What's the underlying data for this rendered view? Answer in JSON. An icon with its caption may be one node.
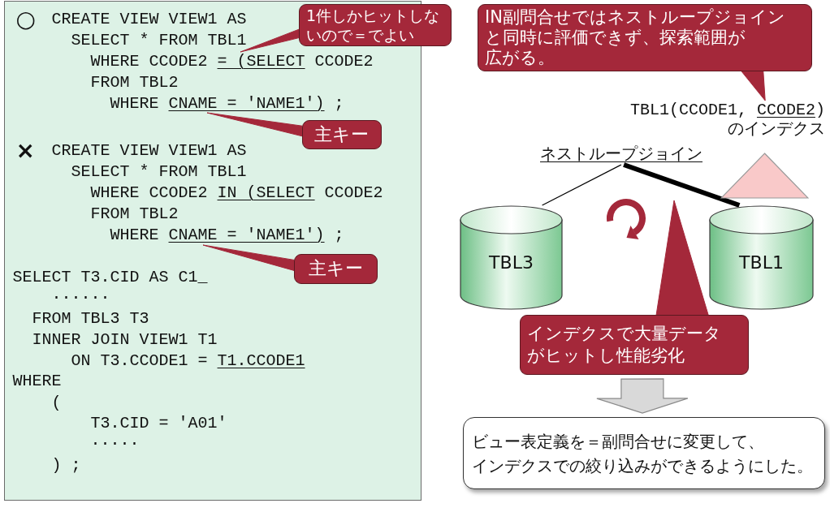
{
  "diagram": {
    "nodes": [
      {
        "text": [
          "○",
          "CREATE VIEW VIEW1 AS",
          "SELECT * FROM TBL1",
          "WHERE CCODE2 = (SELECT CCODE2",
          "FROM TBL2",
          "WHERE CNAME = 'NAME1') ;",
          "×",
          "CREATE VIEW VIEW1 AS",
          "SELECT * FROM TBL1",
          "WHERE CCODE2 IN (SELECT CCODE2",
          "FROM TBL2",
          "WHERE CNAME = 'NAME1') ;",
          "SELECT T3.CID AS C1_",
          "······",
          "FROM TBL3 T3",
          "INNER JOIN VIEW1 T1",
          "ON T3.CCODE1 = T1.CCODE1",
          "WHERE",
          "(",
          "T3.CID = 'A01'",
          "·····",
          ") ;"
        ]
      },
      {
        "text": [
          "1件しかヒットしないので＝でよい"
        ]
      },
      {
        "text": [
          "主キー"
        ],
        "in": 0
      },
      {
        "text": [
          "主キー"
        ],
        "in": 0
      },
      {
        "text": [
          "IN副問合せではネストループジョインと同時に評価できず、探索範囲が広がる。"
        ]
      },
      {
        "text": [
          "TBL1(CCODE1, CCODE2) のインデクス"
        ]
      },
      {
        "text": [
          "ネストループジョイン"
        ]
      },
      {
        "text": [],
        "shape": "triangle"
      },
      {
        "text": [
          "TBL3"
        ]
      },
      {
        "text": [
          "TBL1"
        ]
      },
      {
        "text": [
          "インデクスで大量データがヒットし性能劣化"
        ]
      },
      {
        "text": [
          "ビュー表定義を＝副問合せに変更して、インデクスでの絞り込みができるようにした。"
        ]
      }
    ],
    "edges": [
      {
        "from": 1,
        "to": null,
        "arrow": "to"
      },
      {
        "from": 2,
        "to": null,
        "arrow": "to"
      },
      {
        "from": 3,
        "to": null,
        "arrow": "to"
      },
      {
        "from": 4,
        "to": 5,
        "arrow": "to"
      },
      {
        "from": 6,
        "to": 8,
        "arrow": "none",
        "color": "#000000"
      },
      {
        "from": 6,
        "to": 9,
        "arrow": "none",
        "style": "thick",
        "color": "#000000"
      },
      {
        "from": 10,
        "to": null,
        "arrow": "to"
      },
      {
        "from": 10,
        "to": 11,
        "arrow": "to",
        "style": "thick",
        "color": "#d9d9d9"
      }
    ]
  }
}
